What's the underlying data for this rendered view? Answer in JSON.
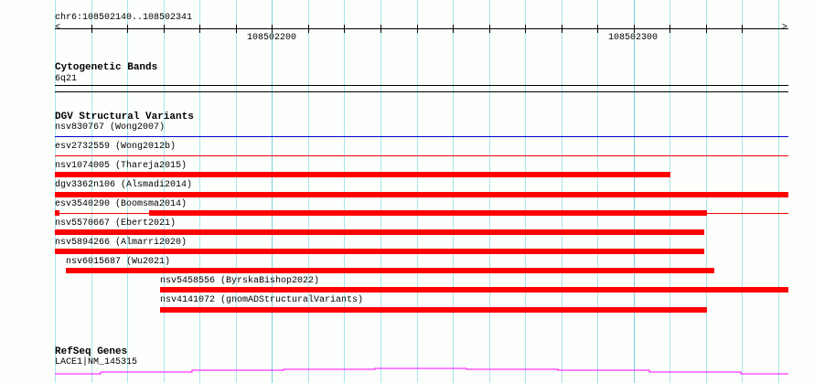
{
  "ruler": {
    "range_label": "chr6:108502140..108502341",
    "tick_labels": [
      "108502200",
      "108502300"
    ]
  },
  "tracks": {
    "cytoband": {
      "title": "Cytogenetic Bands",
      "label": "6q21"
    },
    "dgv": {
      "title": "DGV Structural Variants",
      "features": [
        {
          "label": "nsv830767 (Wong2007)",
          "color": "#0000cc",
          "style": "line"
        },
        {
          "label": "esv2732559 (Wong2012b)",
          "color": "#ff0000",
          "style": "line"
        },
        {
          "label": "nsv1074005 (Thareja2015)",
          "color": "#ff0000",
          "style": "bar"
        },
        {
          "label": "dgv3362n106 (Alsmadi2014)",
          "color": "#ff0000",
          "style": "bar"
        },
        {
          "label": "esv3540290 (Boomsma2014)",
          "color": "#ff0000",
          "style": "split"
        },
        {
          "label": "nsv5570667 (Ebert2021)",
          "color": "#ff0000",
          "style": "bar"
        },
        {
          "label": "nsv5894266 (Almarri2020)",
          "color": "#ff0000",
          "style": "bar"
        },
        {
          "label": "nsv6015687 (Wu2021)",
          "color": "#ff0000",
          "style": "bar"
        },
        {
          "label": "nsv5458556 (ByrskaBishop2022)",
          "color": "#ff0000",
          "style": "bar"
        },
        {
          "label": "nsv4141072 (gnomADStructuralVariants)",
          "color": "#ff0000",
          "style": "bar"
        }
      ]
    },
    "refseq": {
      "title": "RefSeq Genes",
      "label": "LACE1|NM_145315",
      "color": "#ff00ff"
    }
  }
}
